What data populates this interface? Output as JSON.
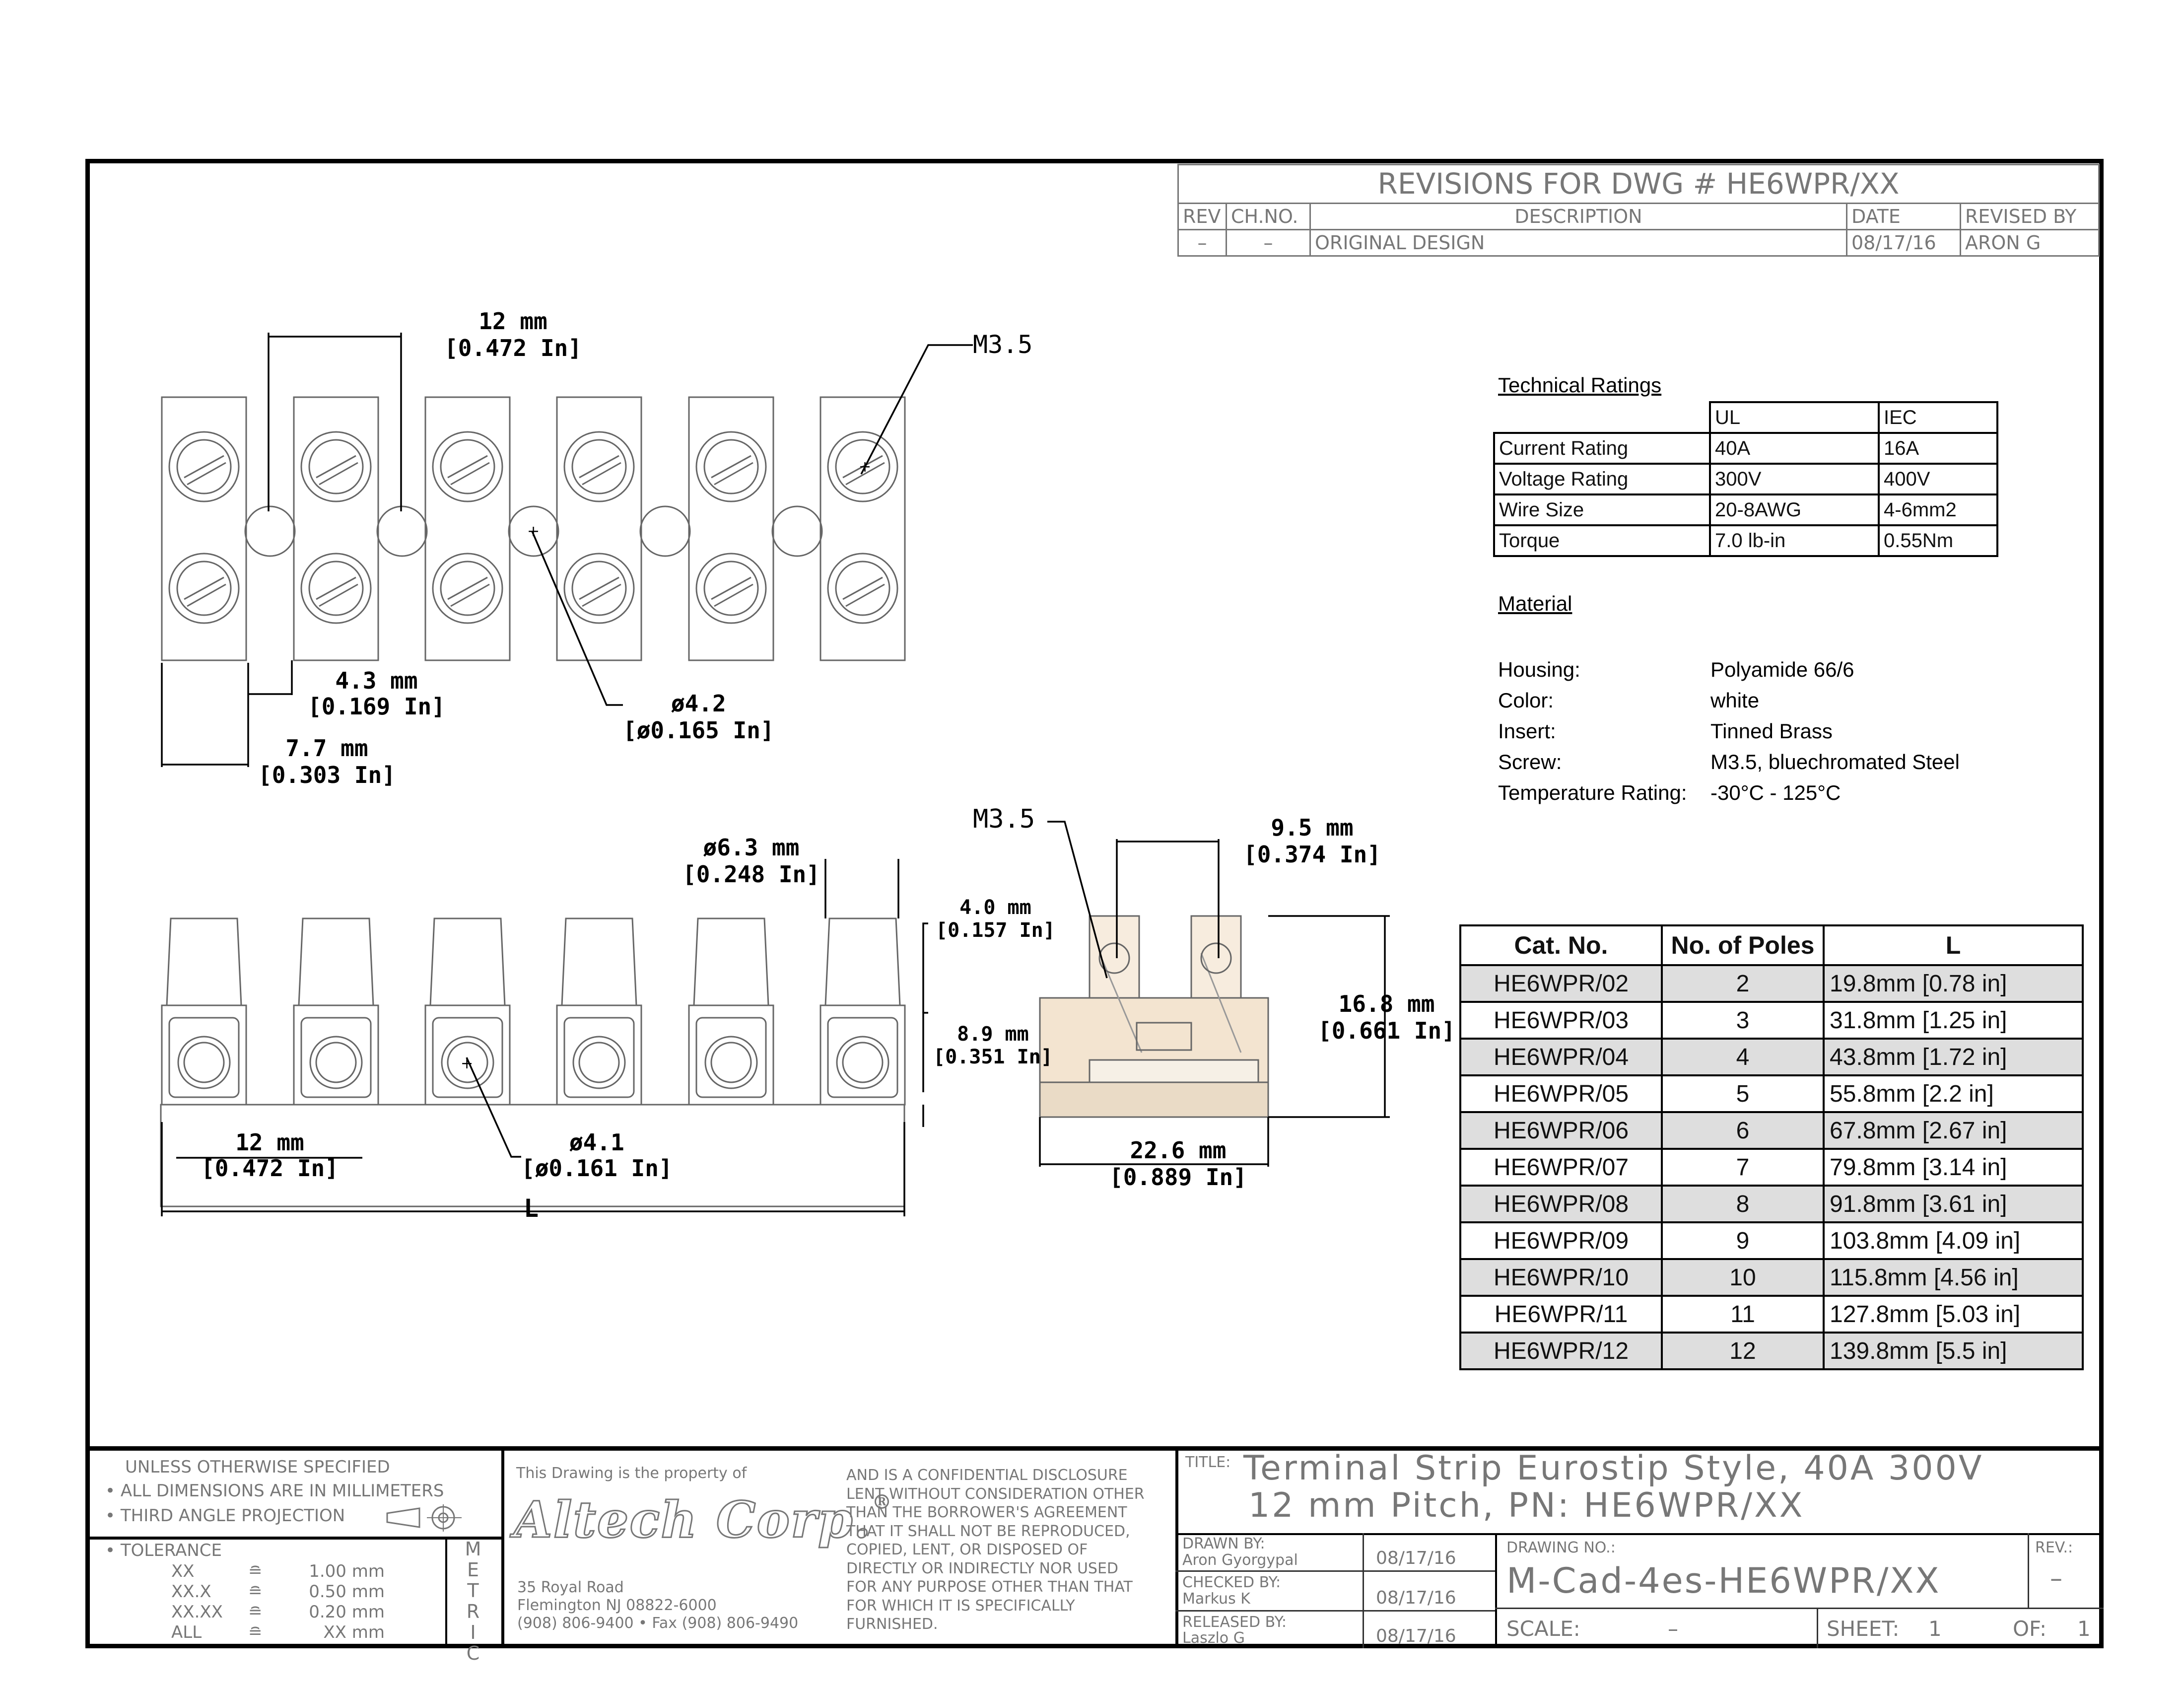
{
  "revisions": {
    "title": "REVISIONS FOR DWG # HE6WPR/XX",
    "headers": [
      "REV",
      "CH.NO.",
      "DESCRIPTION",
      "DATE",
      "REVISED BY"
    ],
    "row": [
      "–",
      "–",
      "ORIGINAL DESIGN",
      "08/17/16",
      "ARON G"
    ]
  },
  "dims": {
    "pitch_top_mm": "12 mm",
    "pitch_top_in": "[0.472 In]",
    "screw_top": "M3.5",
    "gap_mm": "4.3 mm",
    "gap_in": "[0.169 In]",
    "width_mm": "7.7 mm",
    "width_in": "[0.303 In]",
    "hole_mm": "ø4.2",
    "hole_in": "[ø0.165 In]",
    "tube_mm": "ø6.3 mm",
    "tube_in": "[0.248 In]",
    "t40_mm": "4.0 mm",
    "t40_in": "[0.157 In]",
    "h89_mm": "8.9 mm",
    "h89_in": "[0.351 In]",
    "pitch_bot_mm": "12 mm",
    "pitch_bot_in": "[0.472 In]",
    "hole2_mm": "ø4.1",
    "hole2_in": "[ø0.161 In]",
    "L": "L",
    "screw_side": "M3.5",
    "w95_mm": "9.5 mm",
    "w95_in": "[0.374 In]",
    "h168_mm": "16.8 mm",
    "h168_in": "[0.661 In]",
    "w226_mm": "22.6 mm",
    "w226_in": "[0.889 In]"
  },
  "technical": {
    "heading": "Technical Ratings",
    "cols": [
      "",
      "UL",
      "IEC"
    ],
    "rows": [
      [
        "Current Rating",
        "40A",
        "16A"
      ],
      [
        "Voltage Rating",
        "300V",
        "400V"
      ],
      [
        "Wire Size",
        "20-8AWG",
        "4-6mm2"
      ],
      [
        "Torque",
        "7.0 lb-in",
        "0.55Nm"
      ]
    ]
  },
  "material": {
    "heading": "Material",
    "rows": [
      [
        "Housing:",
        "Polyamide 66/6"
      ],
      [
        "Color:",
        "white"
      ],
      [
        "Insert:",
        "Tinned Brass"
      ],
      [
        "Screw:",
        "M3.5, bluechromated Steel"
      ],
      [
        "Temperature Rating:",
        "-30°C - 125°C"
      ]
    ]
  },
  "catalog": {
    "headers": [
      "Cat. No.",
      "No. of Poles",
      "L"
    ],
    "rows": [
      [
        "HE6WPR/02",
        "2",
        "19.8mm [0.78 in]"
      ],
      [
        "HE6WPR/03",
        "3",
        "31.8mm [1.25 in]"
      ],
      [
        "HE6WPR/04",
        "4",
        "43.8mm [1.72 in]"
      ],
      [
        "HE6WPR/05",
        "5",
        "55.8mm [2.2 in]"
      ],
      [
        "HE6WPR/06",
        "6",
        "67.8mm [2.67 in]"
      ],
      [
        "HE6WPR/07",
        "7",
        "79.8mm [3.14 in]"
      ],
      [
        "HE6WPR/08",
        "8",
        "91.8mm [3.61 in]"
      ],
      [
        "HE6WPR/09",
        "9",
        "103.8mm [4.09 in]"
      ],
      [
        "HE6WPR/10",
        "10",
        "115.8mm [4.56 in]"
      ],
      [
        "HE6WPR/11",
        "11",
        "127.8mm [5.03 in]"
      ],
      [
        "HE6WPR/12",
        "12",
        "139.8mm [5.5 in]"
      ]
    ]
  },
  "titleblock": {
    "unless": "UNLESS OTHERWISE SPECIFIED",
    "units_note": "• ALL DIMENSIONS ARE IN MILLIMETERS",
    "projection": "• THIRD ANGLE PROJECTION",
    "tolerance": "• TOLERANCE",
    "tol_rows": [
      [
        "XX",
        "≘",
        "1.00 mm"
      ],
      [
        "XX.X",
        "≘",
        "0.50 mm"
      ],
      [
        "XX.XX",
        "≘",
        "0.20 mm"
      ],
      [
        "ALL",
        "≘",
        "XX mm"
      ]
    ],
    "metric": "METRIC",
    "property": "This Drawing is the property of",
    "company": "Altech Corp.",
    "reg": "®",
    "address1": "35 Royal Road",
    "address2": "Flemington NJ 08822-6000",
    "address3": "(908) 806-9400 • Fax (908) 806-9490",
    "disclosure": [
      "AND IS A CONFIDENTIAL DISCLOSURE",
      "LENT WITHOUT CONSIDERATION OTHER",
      "THAN THE BORROWER'S AGREEMENT",
      "THAT IT SHALL NOT BE REPRODUCED,",
      "COPIED, LENT, OR DISPOSED OF",
      "DIRECTLY OR INDIRECTLY NOR USED",
      "FOR ANY PURPOSE OTHER THAN THAT",
      "FOR WHICH IT IS SPECIFICALLY",
      "FURNISHED."
    ],
    "title_label": "TITLE:",
    "title1": "Terminal Strip Eurostip Style, 40A 300V",
    "title2": "12 mm Pitch, PN: HE6WPR/XX",
    "drawn_label": "DRAWN BY:",
    "drawn_name": "Aron Gyorgypal",
    "drawn_date": "08/17/16",
    "checked_label": "CHECKED BY:",
    "checked_name": "Markus K",
    "checked_date": "08/17/16",
    "released_label": "RELEASED BY:",
    "released_name": "Laszlo G",
    "released_date": "08/17/16",
    "drawing_no_label": "DRAWING NO.:",
    "drawing_no": "M-Cad-4es-HE6WPR/XX",
    "rev_label": "REV.:",
    "rev_value": "–",
    "scale_label": "SCALE:",
    "scale_value": "–",
    "sheet_label": "SHEET:",
    "sheet_value": "1",
    "of_label": "OF:",
    "of_value": "1"
  }
}
